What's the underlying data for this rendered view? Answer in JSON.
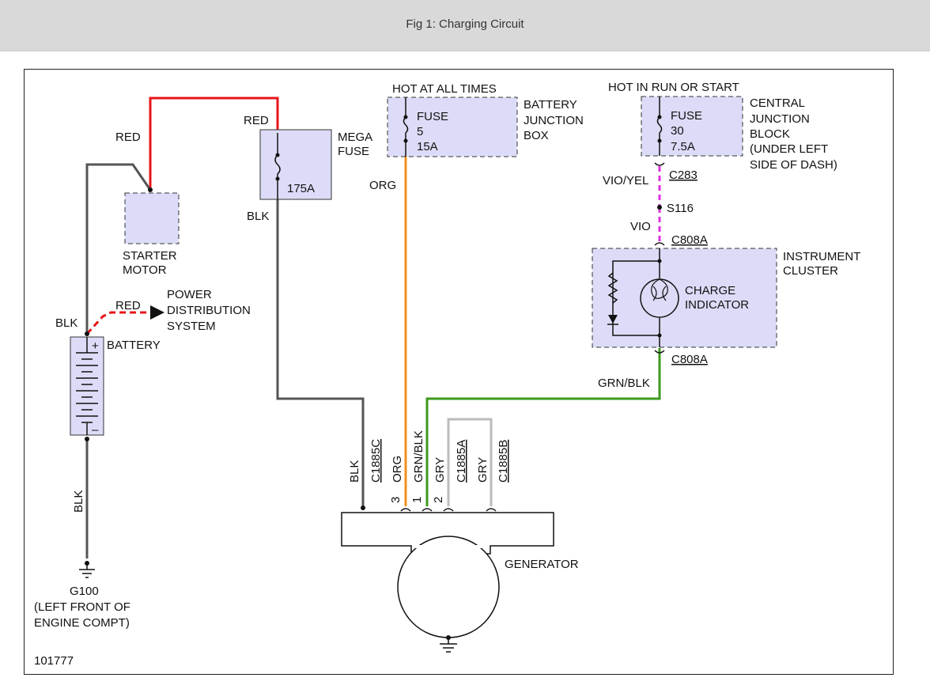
{
  "header": {
    "title": "Fig 1: Charging Circuit"
  },
  "diagram": {
    "figure_id": "101777",
    "components": {
      "starter_motor": [
        "STARTER",
        "MOTOR"
      ],
      "mega_fuse": {
        "label": [
          "MEGA",
          "FUSE"
        ],
        "rating": "175A"
      },
      "battery_junction_box": {
        "header": "HOT AT ALL TIMES",
        "label": [
          "BATTERY",
          "JUNCTION",
          "BOX"
        ],
        "fuse": [
          "FUSE",
          "5",
          "15A"
        ]
      },
      "central_junction_block": {
        "header": "HOT IN RUN OR START",
        "label": [
          "CENTRAL",
          "JUNCTION",
          "BLOCK",
          "(UNDER LEFT",
          "SIDE OF DASH)"
        ],
        "fuse": [
          "FUSE",
          "30",
          "7.5A"
        ]
      },
      "instrument_cluster": {
        "label": [
          "INSTRUMENT",
          "CLUSTER"
        ],
        "indicator": [
          "CHARGE",
          "INDICATOR"
        ]
      },
      "power_distribution": [
        "POWER",
        "DISTRIBUTION",
        "SYSTEM"
      ],
      "battery": {
        "label": "BATTERY",
        "plus": "+",
        "minus": "–"
      },
      "ground": [
        "G100",
        "(LEFT FRONT OF",
        "ENGINE COMPT)"
      ],
      "generator": "GENERATOR"
    },
    "wires": {
      "red_starter": "RED",
      "red_megafuse": "RED",
      "red_pds": "RED",
      "blk_battery_top": "BLK",
      "blk_megafuse": "BLK",
      "blk_ground": "BLK",
      "org": "ORG",
      "vio_yel": "VIO/YEL",
      "vio": "VIO",
      "grn_blk": "GRN/BLK"
    },
    "connectors": {
      "c283": "C283",
      "s116": "S116",
      "c808a_top": "C808A",
      "c808a_bottom": "C808A"
    },
    "generator_pins": {
      "labels": [
        "BLK",
        "C1885C",
        "ORG",
        "GRN/BLK",
        "GRY",
        "C1885A",
        "GRY",
        "C1885B"
      ],
      "pin_numbers": [
        "3",
        "1",
        "2"
      ]
    },
    "colors": {
      "red": "#e8141a",
      "black_wire": "#555555",
      "orange": "#f0901e",
      "violet": "#e030e0",
      "green": "#3c9a1e",
      "gray": "#bbbbbb",
      "component_fill": "#dcdcf8"
    }
  }
}
